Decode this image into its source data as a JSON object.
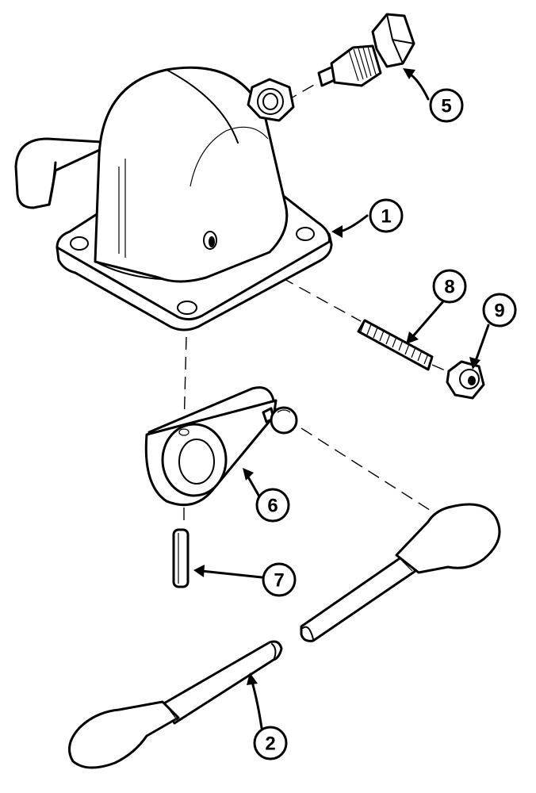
{
  "callouts": {
    "c1": "1",
    "c2": "2",
    "c5": "5",
    "c6": "6",
    "c7": "7",
    "c8": "8",
    "c9": "9"
  },
  "icons": {
    "housing": "lever-housing-icon",
    "fitting": "threaded-fitting-icon",
    "lock_nut": "hex-nut-icon",
    "stud": "threaded-stud-icon",
    "nut": "hex-nut-icon",
    "arm": "lever-arm-icon",
    "pin": "roll-pin-icon",
    "lever": "hand-lever-icon"
  }
}
